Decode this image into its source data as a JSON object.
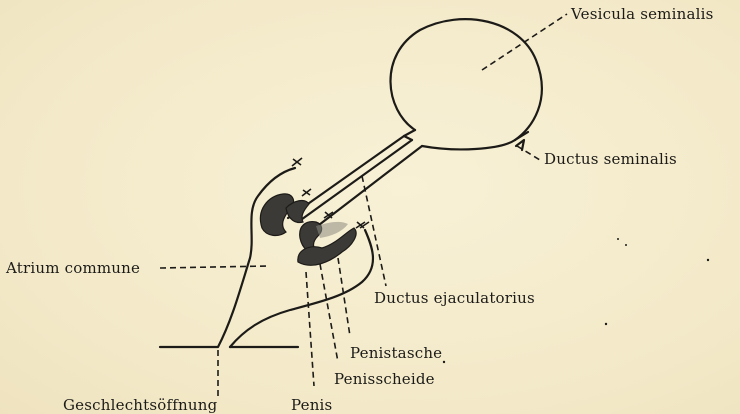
{
  "labels": {
    "vesicula": "Vesicula seminalis",
    "ductus_seminalis": "Ductus seminalis",
    "atrium": "Atrium commune",
    "ductus_ejaculatorius": "Ductus ejaculatorius",
    "penistasche": "Penistasche",
    "penisscheide": "Penisscheide",
    "geschlechtsoeffnung": "Geschlechtsöffnung",
    "penis": "Penis"
  }
}
